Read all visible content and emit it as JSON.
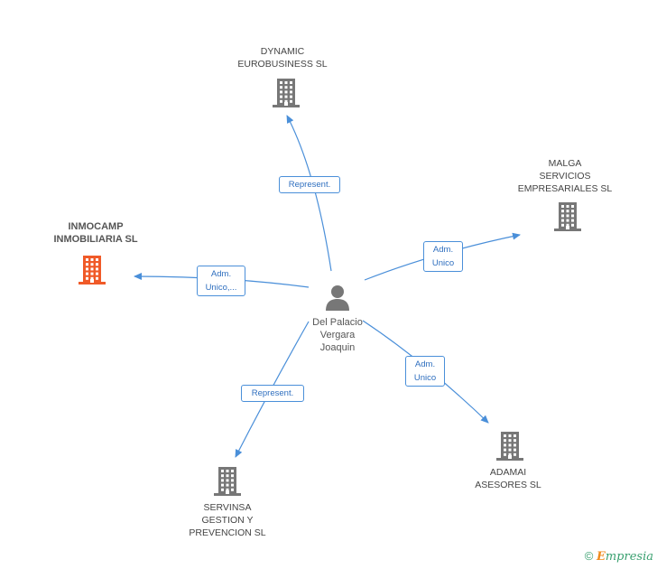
{
  "center": {
    "label": "Del Palacio\nVergara\nJoaquin"
  },
  "companies": [
    {
      "id": "dynamic",
      "label": "DYNAMIC\nEUROBUSINESS SL",
      "highlight": false
    },
    {
      "id": "malga",
      "label": "MALGA\nSERVICIOS\nEMPRESARIALES SL",
      "highlight": false
    },
    {
      "id": "inmocamp",
      "label": "INMOCAMP\nINMOBILIARIA SL",
      "highlight": true
    },
    {
      "id": "adamai",
      "label": "ADAMAI\nASESORES SL",
      "highlight": false
    },
    {
      "id": "servinsa",
      "label": "SERVINSA\nGESTION Y\nPREVENCION SL",
      "highlight": false
    }
  ],
  "relations": [
    {
      "to": "dynamic",
      "label": "Represent."
    },
    {
      "to": "malga",
      "label": "Adm.\nUnico"
    },
    {
      "to": "inmocamp",
      "label": "Adm.\nUnico,..."
    },
    {
      "to": "adamai",
      "label": "Adm.\nUnico"
    },
    {
      "to": "servinsa",
      "label": "Represent."
    }
  ],
  "colors": {
    "edge": "#4a8fd9",
    "building": "#777777",
    "highlight": "#f05a28",
    "person": "#777777"
  },
  "footer": {
    "copyright_symbol": "©",
    "brand_initial": "E",
    "brand_rest": "mpresia"
  }
}
